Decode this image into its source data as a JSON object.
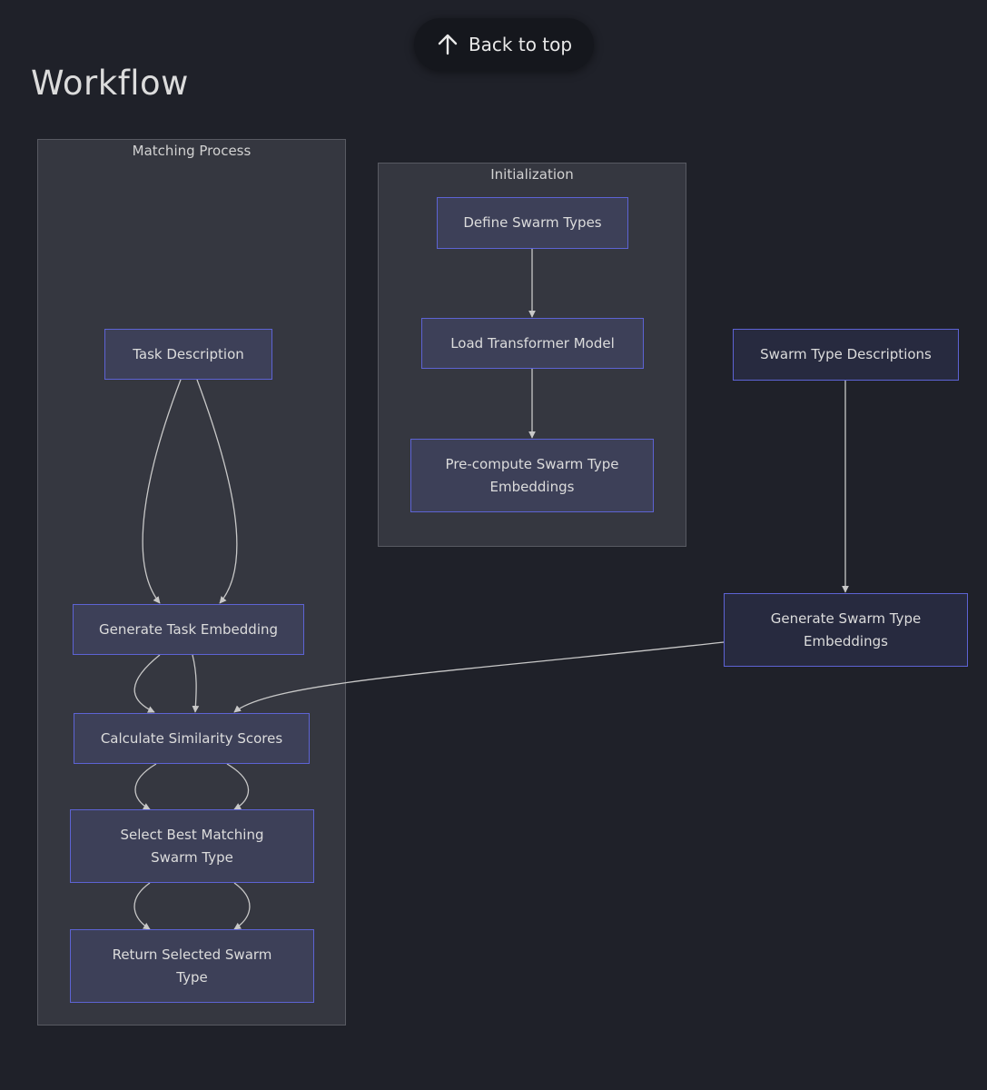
{
  "header": {
    "back_to_top_label": "Back to top",
    "section_title": "Workflow"
  },
  "diagram": {
    "clusters": {
      "matching": "Matching Process",
      "initialization": "Initialization"
    },
    "nodes": {
      "task_description": "Task Description",
      "generate_task_embedding": "Generate Task Embedding",
      "calculate_similarity_scores": "Calculate Similarity Scores",
      "select_best_matching": "Select Best Matching Swarm Type",
      "return_selected": "Return Selected Swarm Type",
      "define_swarm_types": "Define Swarm Types",
      "load_transformer_model": "Load Transformer Model",
      "precompute_embeddings": "Pre-compute Swarm Type Embeddings",
      "swarm_type_descriptions": "Swarm Type Descriptions",
      "generate_swarm_type_embeddings": "Generate Swarm Type Embeddings"
    },
    "colors": {
      "background": "#1f2129",
      "cluster_fill": "#353740",
      "node_border": "#5d63d4",
      "edge": "#c8c8c8"
    }
  }
}
